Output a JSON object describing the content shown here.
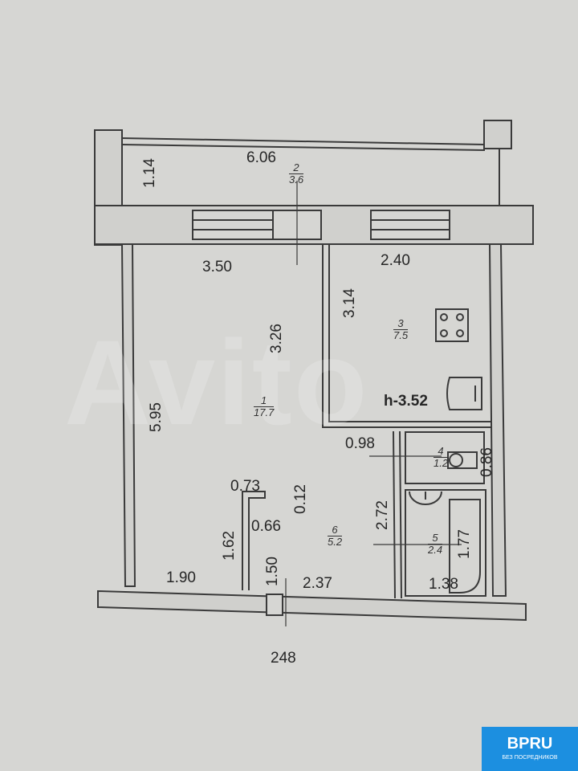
{
  "watermark": "Avito",
  "logo": {
    "name": "BPRU",
    "tagline": "БЕЗ ПОСРЕДНИКОВ"
  },
  "ceiling_height": "h-3.52",
  "rooms": [
    {
      "number": "1",
      "area": "17.7"
    },
    {
      "number": "2",
      "area": "3.6"
    },
    {
      "number": "3",
      "area": "7.5"
    },
    {
      "number": "4",
      "area": "1.2"
    },
    {
      "number": "5",
      "area": "2.4"
    },
    {
      "number": "6",
      "area": "5.2"
    }
  ],
  "dimensions": {
    "balcony_length": "6.06",
    "balcony_width": "1.14",
    "room1_width": "3.50",
    "room1_partial_depth": "3.26",
    "room1_depth": "5.95",
    "kitchen_width": "2.40",
    "kitchen_depth": "3.14",
    "wc_width": "0.98",
    "wc_depth": "0.86",
    "closet_width": "0.73",
    "closet_inner": "0.66",
    "wall_thickness": "0.12",
    "closet_depth": "1.62",
    "room1_bottom": "1.90",
    "hall_depth": "1.50",
    "hall_width": "2.37",
    "hall_length": "2.72",
    "bath_depth": "1.77",
    "bath_width": "1.38",
    "section": "248"
  }
}
